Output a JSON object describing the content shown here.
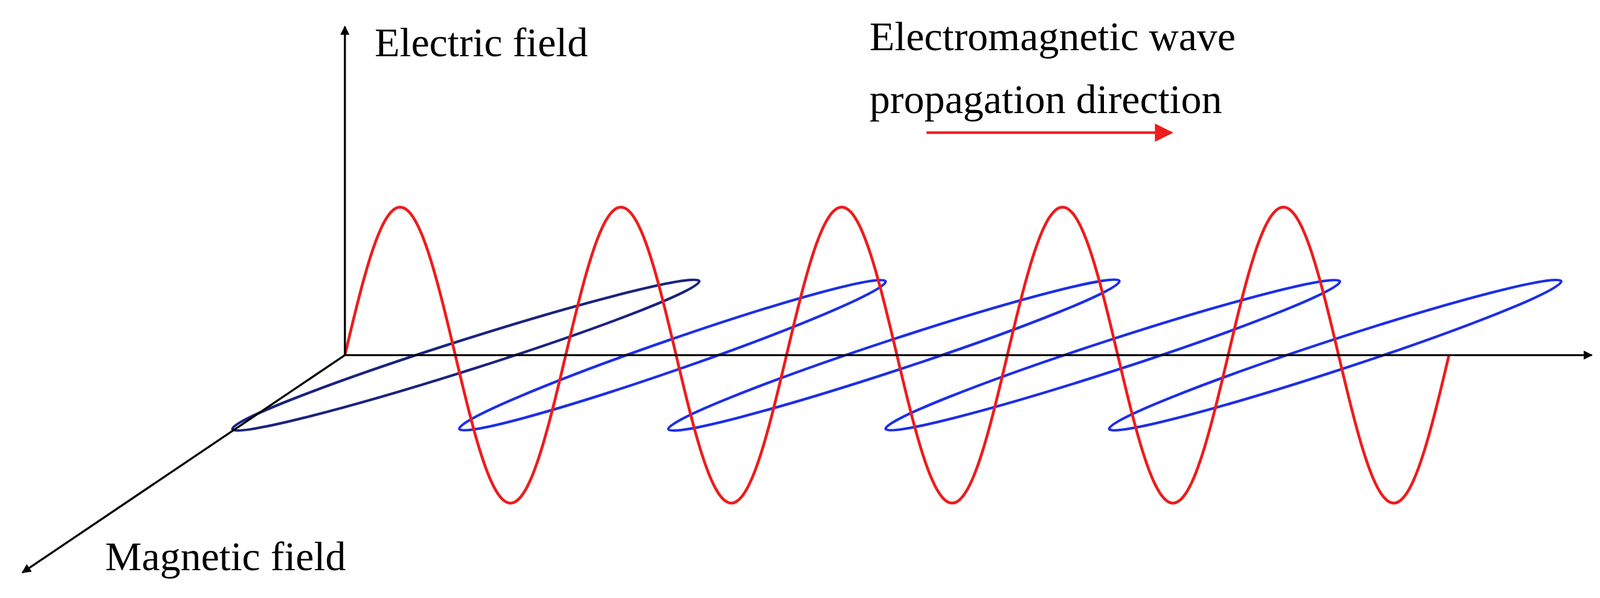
{
  "diagram": {
    "labels": [
      "Electric field",
      "Electromagnetic wave propagation direction",
      "Magnetic field"
    ]
  }
}
